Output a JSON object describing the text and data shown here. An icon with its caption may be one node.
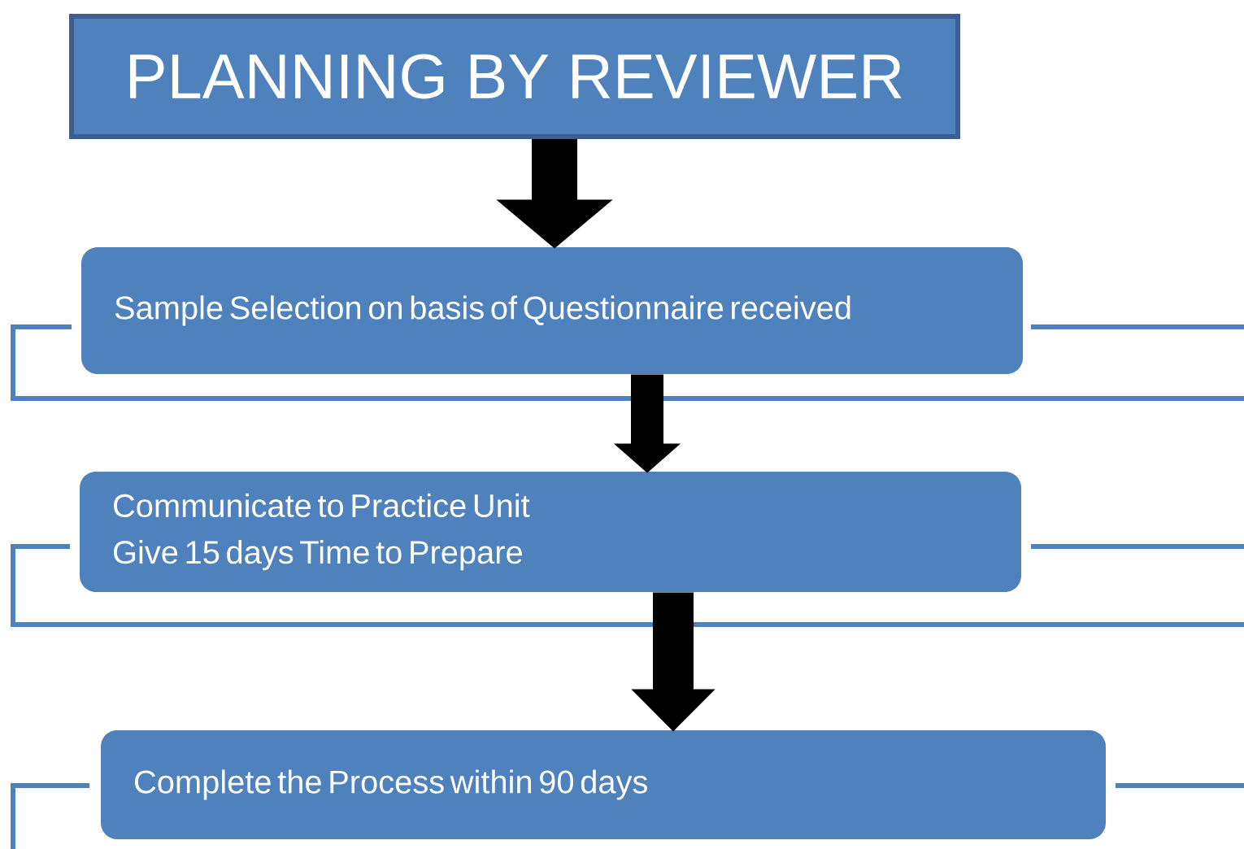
{
  "diagram": {
    "nodes": [
      {
        "text": [
          "PLANNING BY REVIEWER"
        ]
      },
      {
        "text": [
          "Sample Selection on basis of Questionnaire received"
        ]
      },
      {
        "text": [
          "Communicate to Practice Unit",
          "Give 15 days Time to Prepare"
        ]
      },
      {
        "text": [
          "Complete the Process within 90 days"
        ]
      }
    ],
    "edges": [
      {
        "from": 0,
        "to": 1,
        "arrow": "to"
      },
      {
        "from": 1,
        "to": 2,
        "arrow": "to"
      },
      {
        "from": 2,
        "to": 3,
        "arrow": "to"
      }
    ]
  }
}
